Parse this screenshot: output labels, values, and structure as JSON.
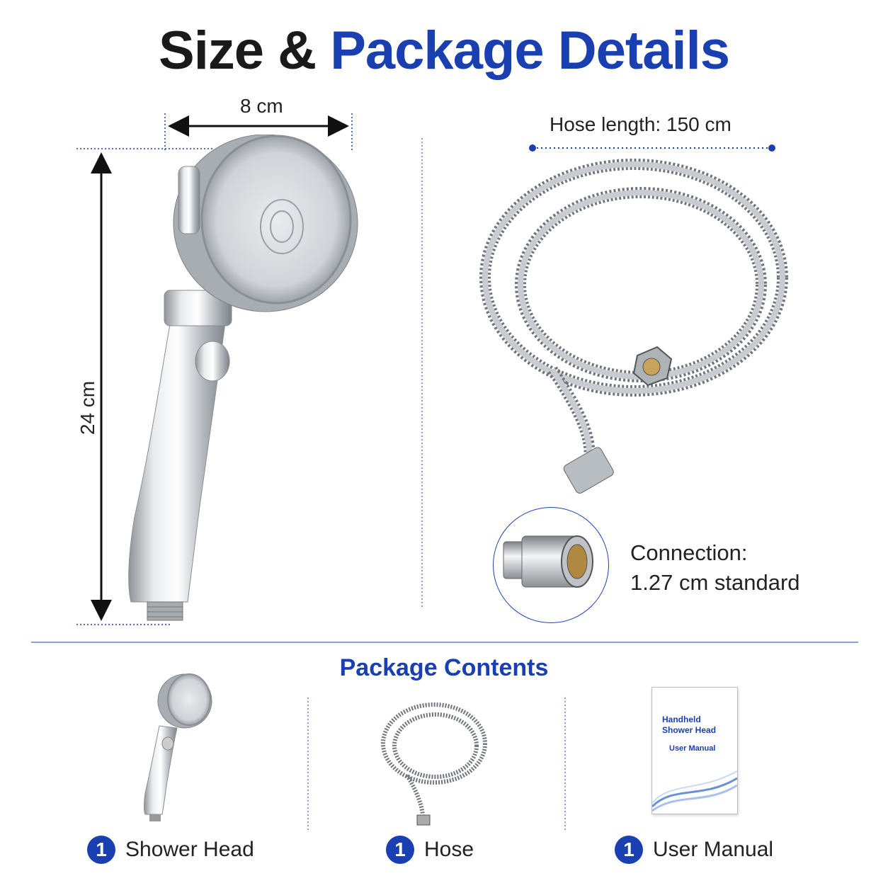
{
  "title": {
    "part1": "Size &",
    "part2": "Package Details"
  },
  "dimensions": {
    "width_label": "8 cm",
    "height_label": "24 cm",
    "hose_length_label": "Hose length: 150 cm"
  },
  "connection": {
    "line1": "Connection:",
    "line2": "1.27 cm standard"
  },
  "package": {
    "title": "Package Contents",
    "items": [
      {
        "qty": "1",
        "label": "Shower Head"
      },
      {
        "qty": "1",
        "label": "Hose"
      },
      {
        "qty": "1",
        "label": "User Manual"
      }
    ],
    "manual_cover": {
      "line1": "Handheld",
      "line2": "Shower Head",
      "line3": "User Manual"
    }
  },
  "colors": {
    "accent": "#1a3fb0",
    "text": "#1e1e1e",
    "chrome": "#c9ccd1"
  },
  "icons": [
    "shower-head-image",
    "hose-image",
    "connector-image",
    "manual-image"
  ]
}
